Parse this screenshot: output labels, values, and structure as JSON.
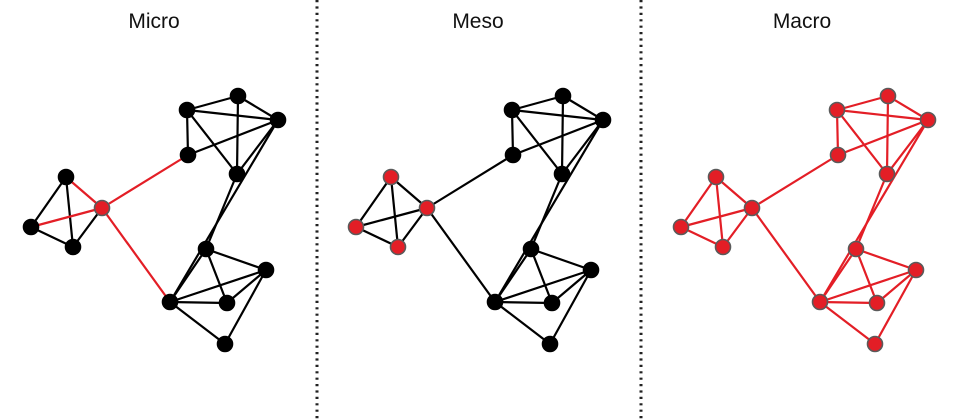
{
  "panels": [
    {
      "title": "Micro",
      "highlight_nodes": [
        3
      ],
      "highlight_edges": [
        [
          3,
          0
        ],
        [
          3,
          1
        ],
        [
          3,
          7
        ],
        [
          3,
          14
        ]
      ]
    },
    {
      "title": "Meso",
      "highlight_nodes": [
        0,
        1,
        2,
        3
      ],
      "highlight_edges": []
    },
    {
      "title": "Macro",
      "highlight_nodes": "all",
      "highlight_edges": "all"
    }
  ],
  "network": {
    "nodes": 15,
    "edges": [
      [
        0,
        1
      ],
      [
        0,
        2
      ],
      [
        0,
        3
      ],
      [
        1,
        2
      ],
      [
        1,
        3
      ],
      [
        2,
        3
      ],
      [
        3,
        7
      ],
      [
        3,
        14
      ],
      [
        4,
        5
      ],
      [
        4,
        6
      ],
      [
        4,
        7
      ],
      [
        4,
        8
      ],
      [
        5,
        6
      ],
      [
        5,
        8
      ],
      [
        6,
        7
      ],
      [
        6,
        8
      ],
      [
        6,
        13
      ],
      [
        8,
        9
      ],
      [
        9,
        10
      ],
      [
        9,
        11
      ],
      [
        9,
        14
      ],
      [
        10,
        12
      ],
      [
        10,
        11
      ],
      [
        10,
        14
      ],
      [
        11,
        14
      ],
      [
        12,
        14
      ],
      [
        13,
        14
      ]
    ]
  },
  "colors": {
    "highlight": "#e31e26",
    "base": "#000000",
    "node_highlight_stroke": "#5a5a5a",
    "node_base_stroke": "#000000",
    "divider": "#222222"
  }
}
